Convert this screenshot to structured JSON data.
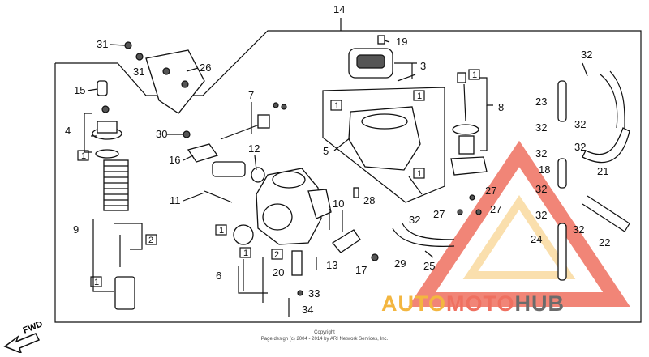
{
  "title_number": "14",
  "part_labels": [
    "1",
    "2",
    "3",
    "4",
    "5",
    "6",
    "7",
    "8",
    "9",
    "10",
    "11",
    "12",
    "13",
    "15",
    "16",
    "17",
    "18",
    "19",
    "20",
    "21",
    "22",
    "23",
    "24",
    "25",
    "26",
    "27",
    "28",
    "29",
    "30",
    "31",
    "32",
    "33",
    "34"
  ],
  "box_label": "1",
  "box_label_2": "2",
  "copyright_line1": "Copyright",
  "copyright_line2": "Page design (c) 2004 - 2014 by ARI Network Services, Inc.",
  "watermark": {
    "part_a": "AUTO",
    "part_b": "MOTO",
    "part_c": "HUB",
    "color_a": "#f3b640",
    "color_b": "#ef7060",
    "color_c": "#6b6b6b"
  },
  "fwd_label": "FWD"
}
